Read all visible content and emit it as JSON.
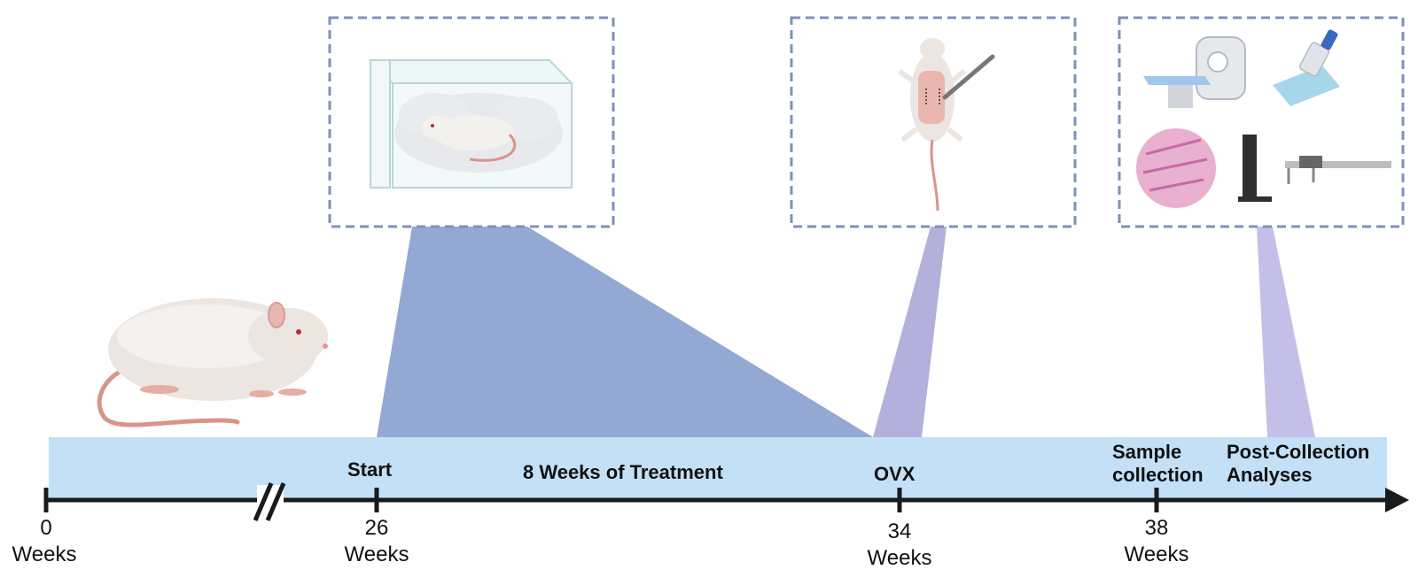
{
  "timeline": {
    "phases": [
      {
        "id": "start",
        "label": "Start"
      },
      {
        "id": "treatment",
        "label": "8 Weeks of Treatment"
      },
      {
        "id": "ovx",
        "label": "OVX"
      },
      {
        "id": "sample",
        "label_line1": "Sample",
        "label_line2": "collection"
      },
      {
        "id": "post",
        "label_line1": "Post-Collection",
        "label_line2": "Analyses"
      }
    ],
    "ticks": [
      {
        "value": "0",
        "unit": "Weeks"
      },
      {
        "value": "26",
        "unit": "Weeks"
      },
      {
        "value": "34",
        "unit": "Weeks"
      },
      {
        "value": "38",
        "unit": "Weeks"
      }
    ]
  },
  "panels": [
    {
      "id": "treatment-chamber",
      "icon": "rat-in-chamber-icon"
    },
    {
      "id": "ovx-surgery",
      "icon": "rat-surgery-icon"
    },
    {
      "id": "analyses",
      "icons": [
        "ct-scanner-icon",
        "pipette-icon",
        "histology-slide-icon",
        "mechanical-tester-icon",
        "caliper-icon"
      ]
    }
  ],
  "colors": {
    "band": "#c3e0f6",
    "axis": "#1a1a1a",
    "treatment_wedge": "#94a8d4",
    "ovx_wedge": "#b4b0dc",
    "post_wedge": "#c4bfe8",
    "panel_border": "#8090b8"
  }
}
